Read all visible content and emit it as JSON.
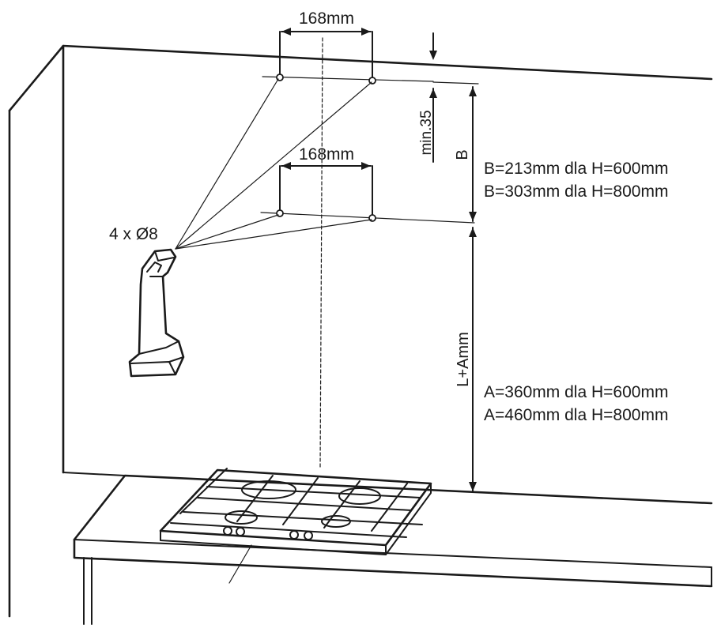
{
  "dimensions": {
    "top_spacing": "168mm",
    "lower_spacing": "168mm",
    "min_gap": "min.35",
    "b_label": "B",
    "la_label": "L+Amm",
    "holes": "4 x Ø8"
  },
  "notes": {
    "b_600": "B=213mm dla H=600mm",
    "b_800": "B=303mm dla H=800mm",
    "a_600": "A=360mm dla H=600mm",
    "a_800": "A=460mm dla H=800mm"
  },
  "icons": {
    "drill": "drill-icon",
    "hob": "gas-hob-icon"
  }
}
